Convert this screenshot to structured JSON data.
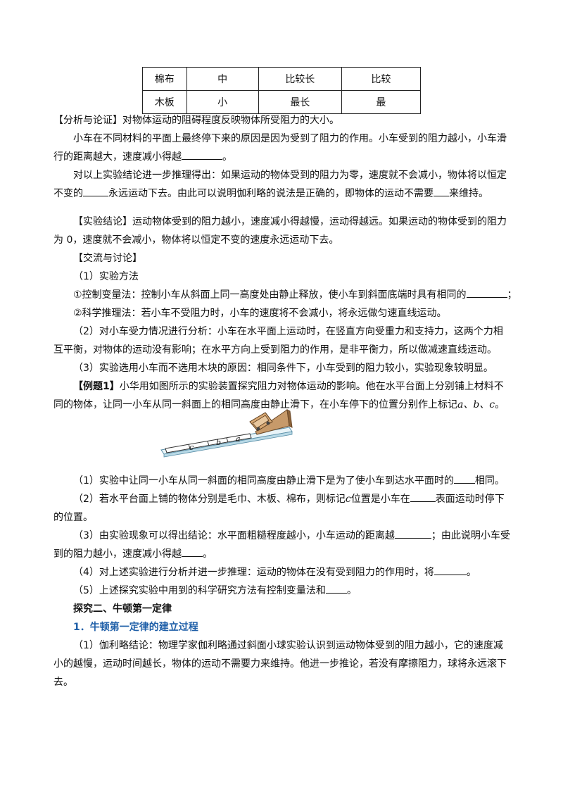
{
  "table": {
    "rows": [
      [
        "棉布",
        "中",
        "比较长",
        "比较"
      ],
      [
        "木板",
        "小",
        "最长",
        "最"
      ]
    ]
  },
  "analysis": {
    "heading": "【分析与论证】",
    "heading_rest": "对物体运动的阻碍程度反映物体所受阻力的大小。",
    "p1_a": "小车在不同材料的平面上最终停下来的原因是因为受到了阻力的作用。小车受到的阻力越小，小车滑",
    "p1_b": "行的距离越大，速度减小得越",
    "p1_end": "。",
    "p2_a": "对以上实验结论进一步推理得出：如果运动的物体受到的阻力为零，速度就不会减小，物体将以恒定",
    "p2_b1": "不变的",
    "p2_b2": "永远运动下去。由此可以说明伽利略的说法是正确的，即物体的运动不需要",
    "p2_b3": "来维持。"
  },
  "conclusion": {
    "line1": "【实验结论】运动物体受到的阻力越小，速度减小得越慢，运动得越远。如果运动的物体受到的阻力",
    "line2": "为 0，速度就不会减小，物体将以恒定不变的速度永远运动下去。"
  },
  "discussion": {
    "heading": "【交流与讨论】",
    "item1": "（1）实验方法",
    "item1_a": "①控制变量法：控制小车从斜面上同一高度处由静止释放，使小车到斜面底端时具有相同的",
    "item1_a_end": "；",
    "item1_b": "②科学推理法：若小车不受阻力时，小车的速度将不会减小，将永远做匀速直线运动。",
    "item2_a": "（2）对小车受力情况进行分析：小车在水平面上运动时，在竖直方向受重力和支持力，这两个力相",
    "item2_b": "互平衡，对物体的运动没有影响；在水平方向上受到阻力的作用，是非平衡力，所以做减速直线运动。",
    "item3": "（3）实验选用小车而不选用木块的原因：相同条件下，小车受到的阻力较小，实验现象较明显。"
  },
  "example": {
    "label": "【例题1】",
    "line1": "小华用如图所示的实验装置探究阻力对物体运动的影响。他在水平台面上分别铺上材料不",
    "line2": "同的物体，让同一小车从同一斜面上的相同高度由静止滑下，在小车停下的位置分别作上标记",
    "marks": "a、b、c",
    "line2_end": "。",
    "figure_labels": [
      "c",
      "b",
      "a"
    ],
    "q1_a": "（1）实验中让同一小车从同一斜面的相同高度由静止滑下是为了使小车到达水平面时的",
    "q1_b": "相同。",
    "q2_a": "（2）若水平台面上铺的物体分别是毛巾、木板、棉布，则标记",
    "q2_c": "c",
    "q2_b": "位置是小车在",
    "q2_c2": "表面运动时停下",
    "q2_line2": "的位置。",
    "q3_a": "（3）由实验现象可以得出结论：水平面粗糙程度越小，小车运动的距离越",
    "q3_b": "；由此说明小车受",
    "q3_line2": "到的阻力越小，速度减小得越",
    "q3_end": "。",
    "q4": "（4）对上述实验进行分析并进一步推理：运动的物体在没有受到阻力的作用时，将",
    "q4_end": "。",
    "q5": "（5）上述探究实验中用到的科学研究方法有控制变量法和",
    "q5_end": "。"
  },
  "section2": {
    "heading": "探究二、牛顿第一定律",
    "sub": "1．牛顿第一定律的建立过程",
    "p_a": "（1）伽利略结论：物理学家伽利略通过斜面小球实验认识到运动物体受到的阻力越小，它的速度减",
    "p_b": "小的越慢，运动时间越长，物体的运动不需要力来维持。他进一步推论，若没有摩擦阻力，球将永远滚下",
    "p_c": "去。"
  }
}
